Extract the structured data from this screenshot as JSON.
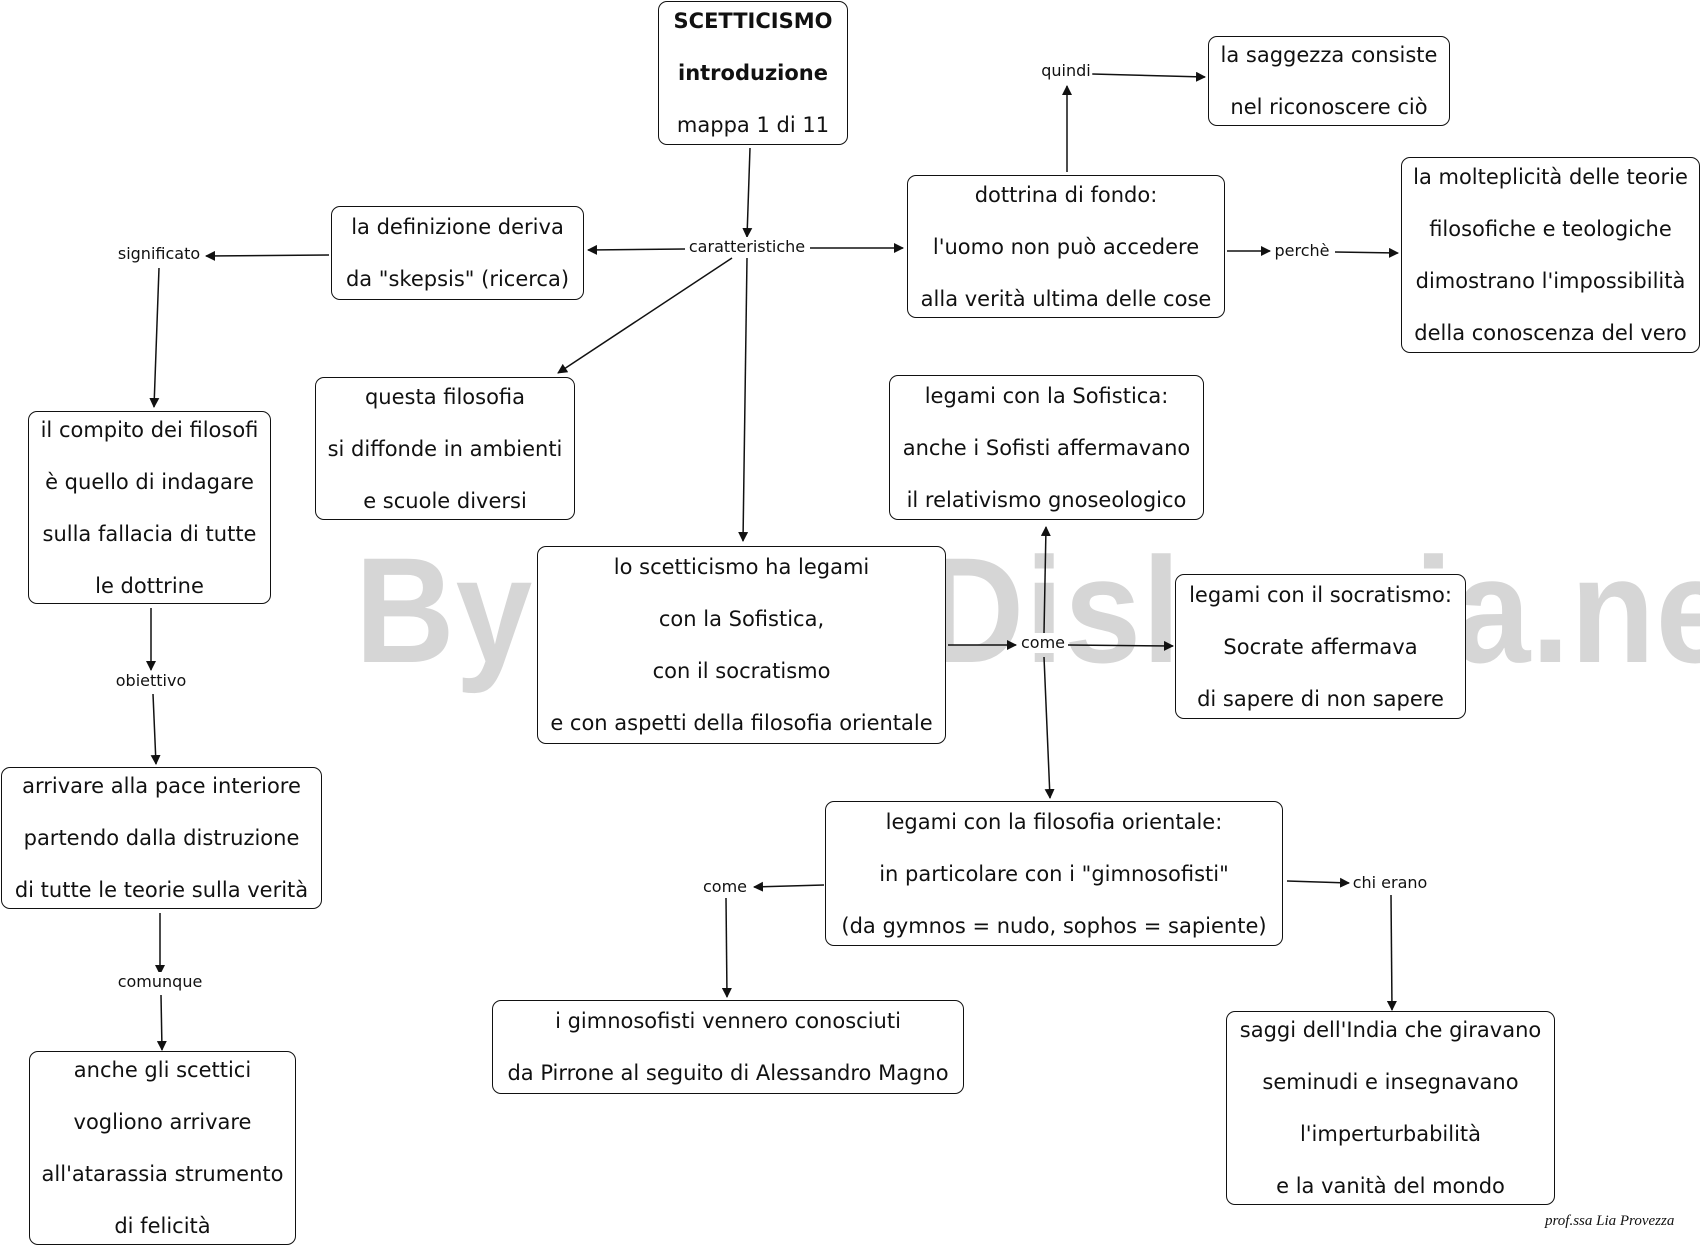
{
  "watermark": "By AiutoDislessia.net",
  "signature": "prof.ssa Lia Provezza",
  "nodes": {
    "title": [
      "SCETTICISMO",
      "introduzione",
      "mappa 1 di 11"
    ],
    "definizione": [
      "la definizione deriva",
      "da \"skepsis\" (ricerca)"
    ],
    "dottrina": [
      "dottrina di fondo:",
      "l'uomo non può accedere",
      "alla verità ultima delle cose"
    ],
    "saggezza": [
      "la saggezza consiste",
      "nel riconoscere ciò"
    ],
    "molteplicita": [
      "la molteplicità delle teorie",
      "filosofiche e teologiche",
      "dimostrano l'impossibilità",
      "della conoscenza del vero"
    ],
    "compito": [
      "il compito dei filosofi",
      "è quello di indagare",
      "sulla fallacia di tutte",
      "le dottrine"
    ],
    "diffonde": [
      "questa filosofia",
      "si diffonde in ambienti",
      "e scuole diversi"
    ],
    "sofistica": [
      "legami con la Sofistica:",
      "anche i Sofisti affermavano",
      "il relativismo gnoseologico"
    ],
    "legami": [
      "lo scetticismo ha legami",
      "con la Sofistica,",
      "con il socratismo",
      "e con aspetti della filosofia orientale"
    ],
    "socratismo": [
      "legami con il socratismo:",
      "Socrate affermava",
      "di sapere di non sapere"
    ],
    "pace": [
      "arrivare alla pace interiore",
      "partendo dalla distruzione",
      "di tutte le teorie sulla verità"
    ],
    "orientale": [
      "legami con la filosofia orientale:",
      "in particolare con i \"gimnosofisti\"",
      "(da gymnos = nudo, sophos = sapiente)"
    ],
    "gimnosofisti": [
      "i gimnosofisti vennero conosciuti",
      "da Pirrone al seguito di Alessandro Magno"
    ],
    "atarassia": [
      "anche gli scettici",
      "vogliono arrivare",
      "all'atarassia strumento",
      "di felicità"
    ],
    "saggi": [
      "saggi dell'India che giravano",
      "seminudi e insegnavano",
      "l'imperturbabilità",
      "e la vanità del mondo"
    ]
  },
  "labels": {
    "caratteristiche": "caratteristiche",
    "significato": "significato",
    "quindi": "quindi",
    "perche": "perchè",
    "obiettivo": "obiettivo",
    "comunque": "comunque",
    "come_center": "come",
    "come_left": "come",
    "chi_erano": "chi erano"
  }
}
